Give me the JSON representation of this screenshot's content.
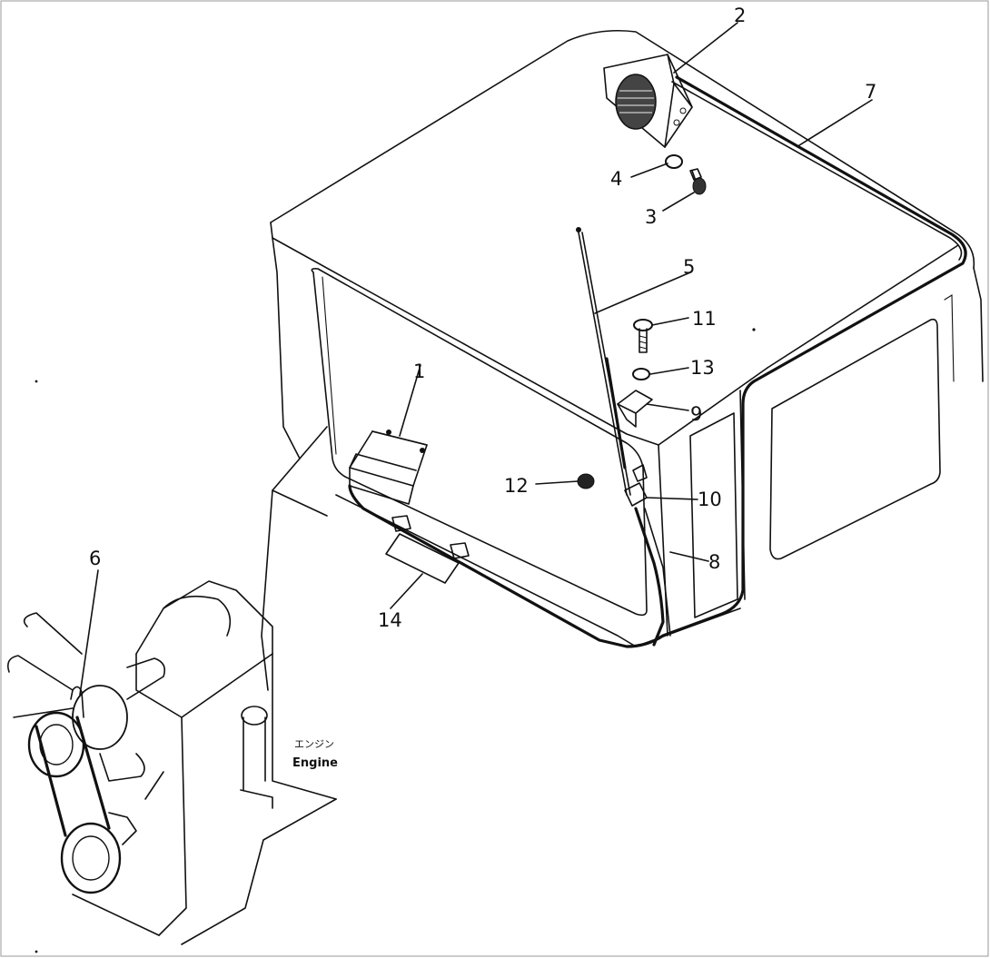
{
  "callouts": [
    "1",
    "2",
    "3",
    "4",
    "5",
    "6",
    "7",
    "8",
    "9",
    "10",
    "11",
    "12",
    "13",
    "14"
  ],
  "engine_label_jp": "エンジン",
  "engine_label_en": "Engine"
}
